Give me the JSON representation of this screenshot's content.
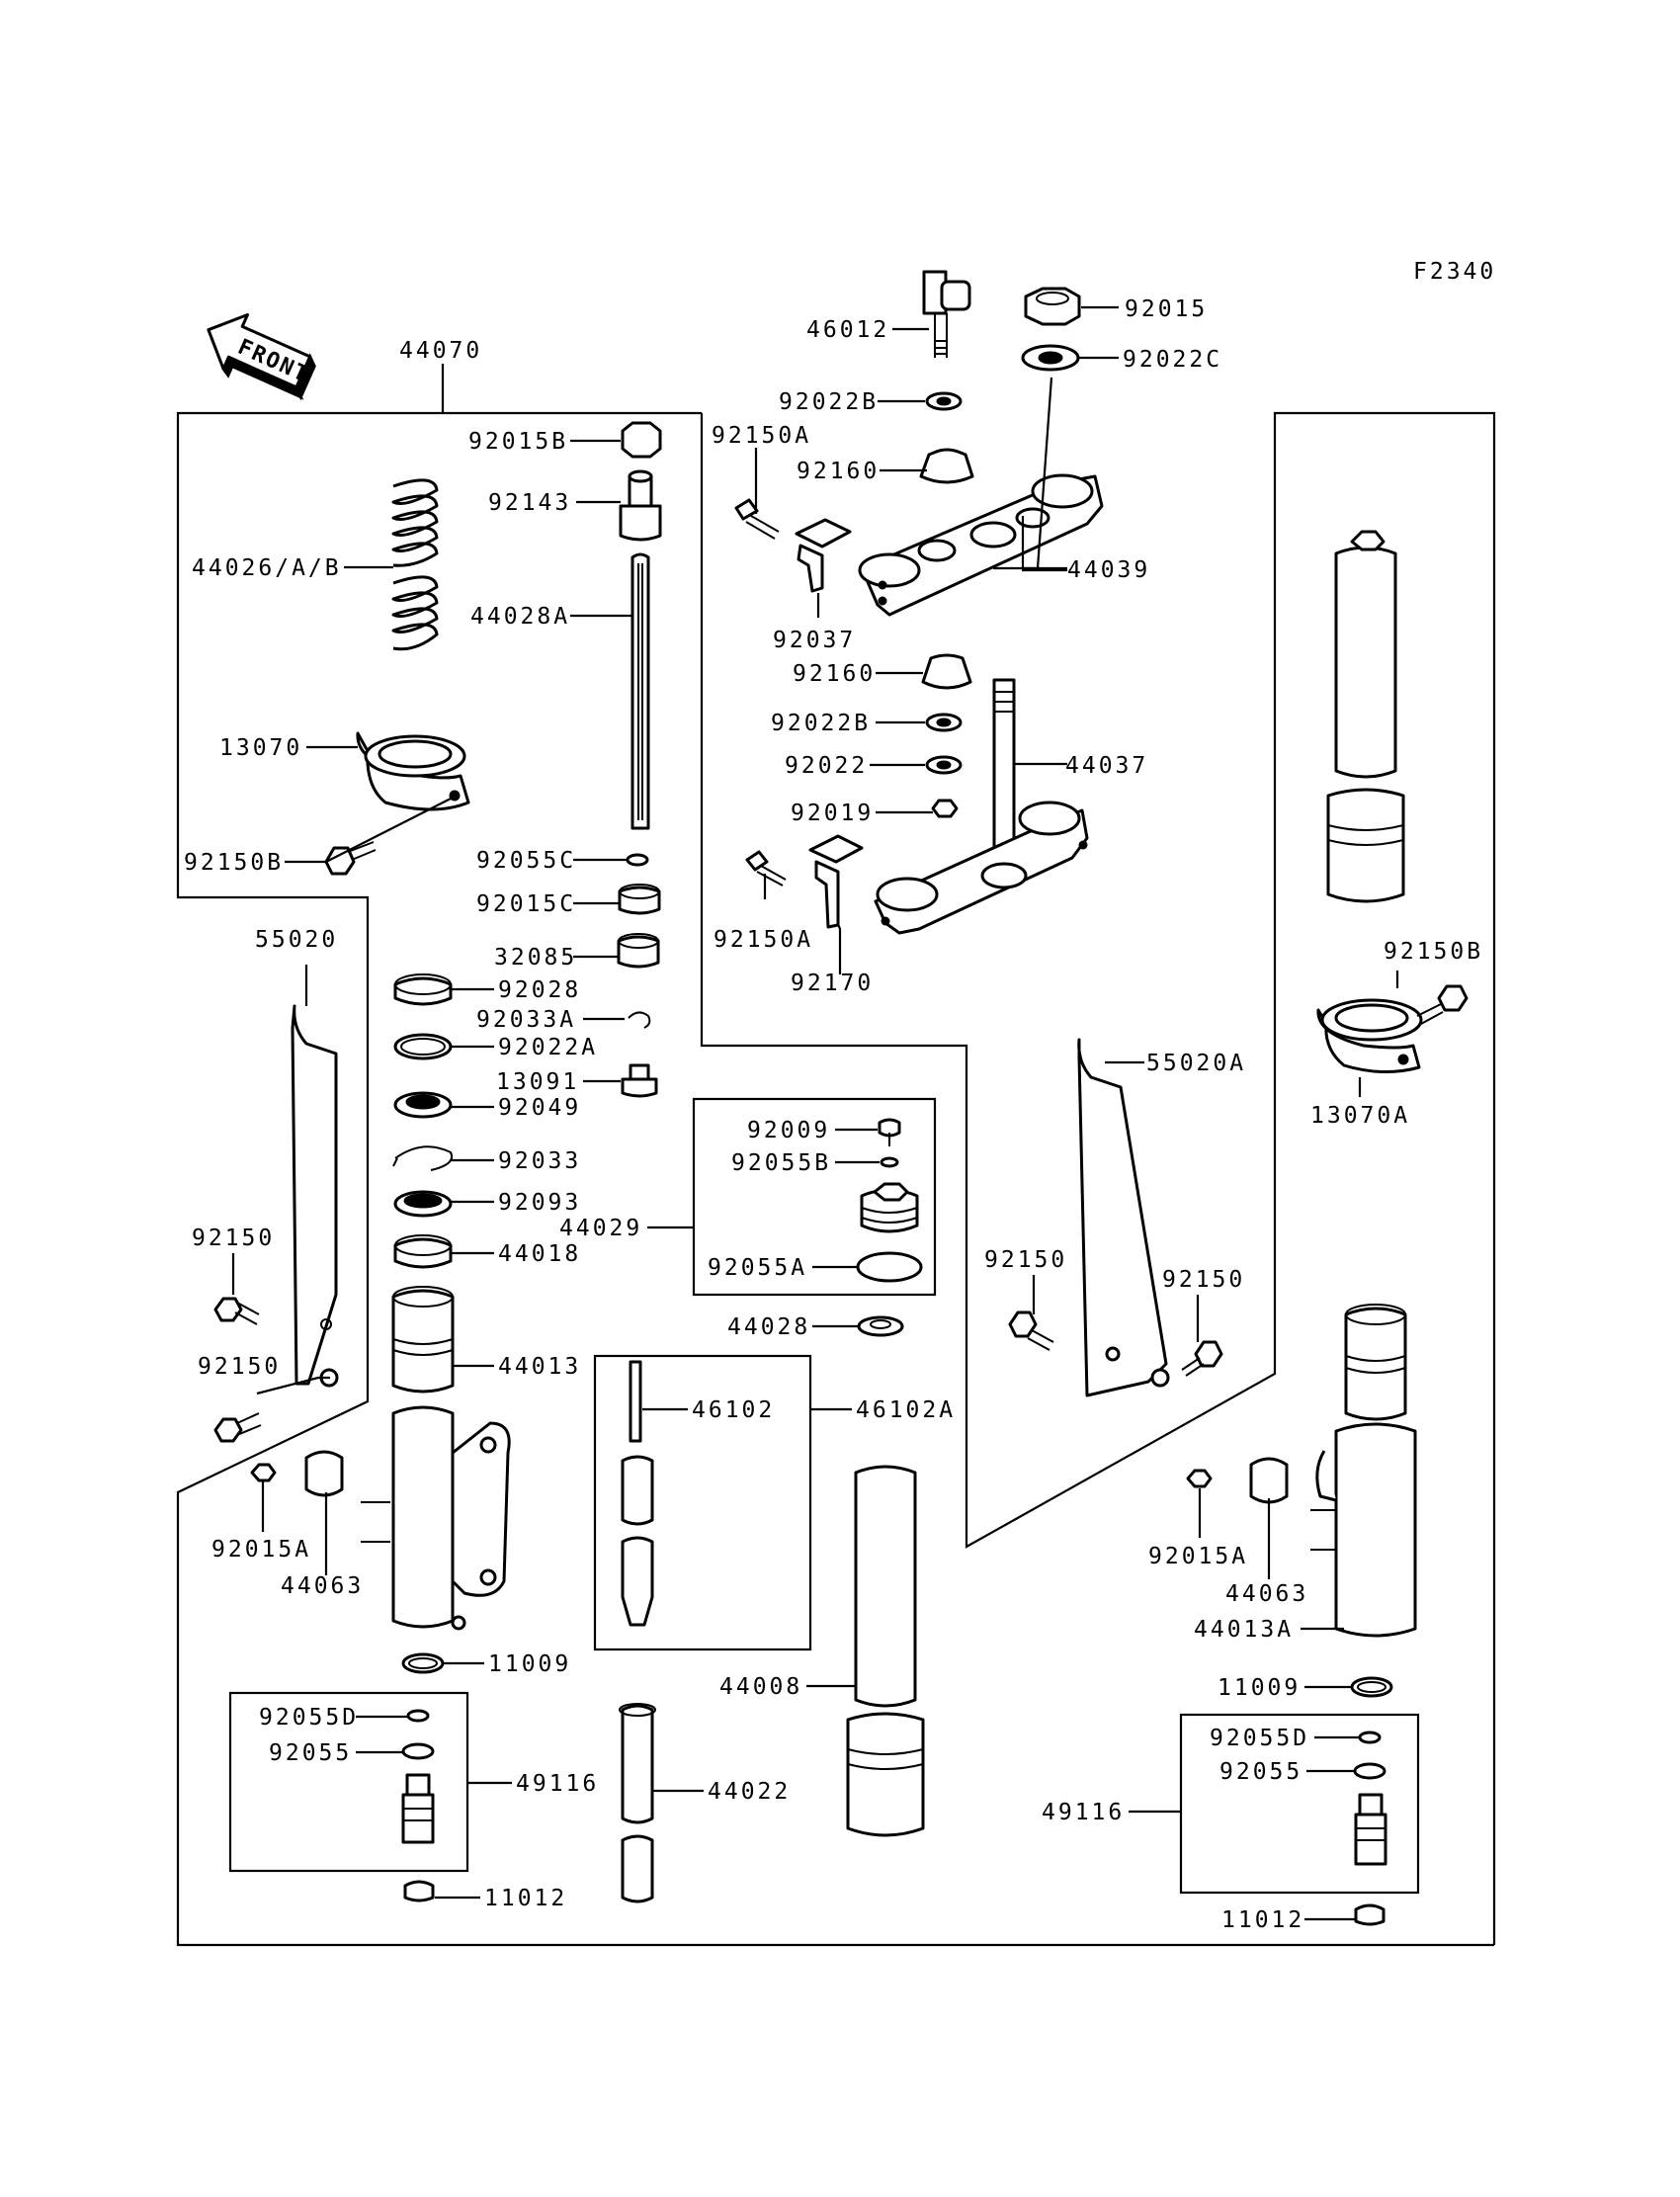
{
  "figure_code": "F2340",
  "front_label": "FRONT",
  "parts": [
    {
      "id": "p44070",
      "num": "44070"
    },
    {
      "id": "p46012",
      "num": "46012"
    },
    {
      "id": "p92015",
      "num": "92015"
    },
    {
      "id": "p92022C",
      "num": "92022C"
    },
    {
      "id": "p92022B_top",
      "num": "92022B"
    },
    {
      "id": "p92015B",
      "num": "92015B"
    },
    {
      "id": "p92150A_top",
      "num": "92150A"
    },
    {
      "id": "p92160_top",
      "num": "92160"
    },
    {
      "id": "p92143",
      "num": "92143"
    },
    {
      "id": "p44026AB",
      "num": "44026/A/B"
    },
    {
      "id": "p44039",
      "num": "44039"
    },
    {
      "id": "p44028A",
      "num": "44028A"
    },
    {
      "id": "p92037",
      "num": "92037"
    },
    {
      "id": "p92160_mid",
      "num": "92160"
    },
    {
      "id": "p92022B_mid",
      "num": "92022B"
    },
    {
      "id": "p13070",
      "num": "13070"
    },
    {
      "id": "p44037",
      "num": "44037"
    },
    {
      "id": "p92022",
      "num": "92022"
    },
    {
      "id": "p92019",
      "num": "92019"
    },
    {
      "id": "p92150B_left",
      "num": "92150B"
    },
    {
      "id": "p92055C",
      "num": "92055C"
    },
    {
      "id": "p92015C",
      "num": "92015C"
    },
    {
      "id": "p92150A_mid",
      "num": "92150A"
    },
    {
      "id": "p55020",
      "num": "55020"
    },
    {
      "id": "p32085",
      "num": "32085"
    },
    {
      "id": "p92150B_right",
      "num": "92150B"
    },
    {
      "id": "p92170",
      "num": "92170"
    },
    {
      "id": "p92028",
      "num": "92028"
    },
    {
      "id": "p92033A",
      "num": "92033A"
    },
    {
      "id": "p92022A",
      "num": "92022A"
    },
    {
      "id": "p55020A",
      "num": "55020A"
    },
    {
      "id": "p13091",
      "num": "13091"
    },
    {
      "id": "p92049",
      "num": "92049"
    },
    {
      "id": "p13070A",
      "num": "13070A"
    },
    {
      "id": "p92009",
      "num": "92009"
    },
    {
      "id": "p92055B",
      "num": "92055B"
    },
    {
      "id": "p92033",
      "num": "92033"
    },
    {
      "id": "p92093",
      "num": "92093"
    },
    {
      "id": "p44029",
      "num": "44029"
    },
    {
      "id": "p92150_l1",
      "num": "92150"
    },
    {
      "id": "p44018",
      "num": "44018"
    },
    {
      "id": "p92055A",
      "num": "92055A"
    },
    {
      "id": "p92150_r1",
      "num": "92150"
    },
    {
      "id": "p92150_r2",
      "num": "92150"
    },
    {
      "id": "p44028",
      "num": "44028"
    },
    {
      "id": "p92150_l2",
      "num": "92150"
    },
    {
      "id": "p44013",
      "num": "44013"
    },
    {
      "id": "p46102",
      "num": "46102"
    },
    {
      "id": "p46102A",
      "num": "46102A"
    },
    {
      "id": "p92015A_left",
      "num": "92015A"
    },
    {
      "id": "p44063_left",
      "num": "44063"
    },
    {
      "id": "p92015A_right",
      "num": "92015A"
    },
    {
      "id": "p44063_right",
      "num": "44063"
    },
    {
      "id": "p44013A",
      "num": "44013A"
    },
    {
      "id": "p11009_left",
      "num": "11009"
    },
    {
      "id": "p44008",
      "num": "44008"
    },
    {
      "id": "p11009_right",
      "num": "11009"
    },
    {
      "id": "p92055D_left",
      "num": "92055D"
    },
    {
      "id": "p92055_left",
      "num": "92055"
    },
    {
      "id": "p92055D_right",
      "num": "92055D"
    },
    {
      "id": "p49116_left",
      "num": "49116"
    },
    {
      "id": "p44022",
      "num": "44022"
    },
    {
      "id": "p92055_right",
      "num": "92055"
    },
    {
      "id": "p49116_right",
      "num": "49116"
    },
    {
      "id": "p11012_left",
      "num": "11012"
    },
    {
      "id": "p11012_right",
      "num": "11012"
    }
  ]
}
